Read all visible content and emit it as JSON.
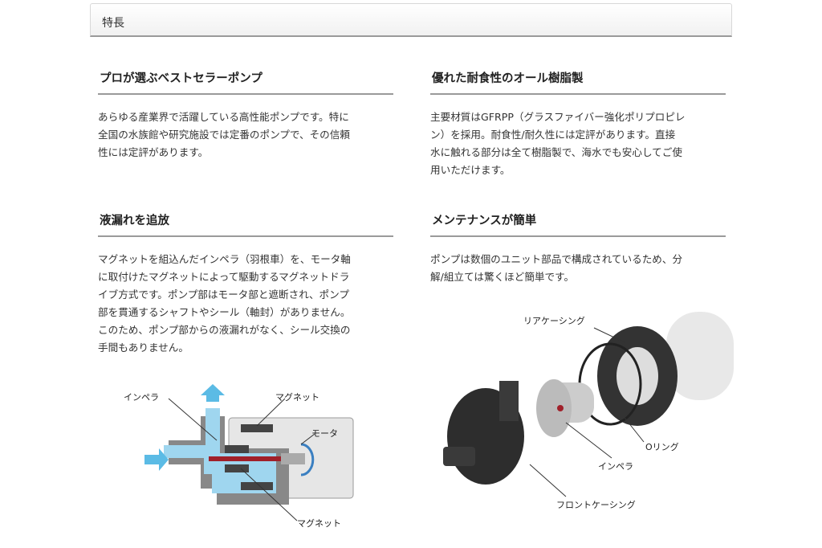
{
  "header": {
    "title": "特長"
  },
  "sections": [
    {
      "title": "プロが選ぶベストセラーポンプ",
      "lines": [
        "あらゆる産業界で活躍している高性能ポンプです。特に",
        "全国の水族館や研究施設では定番のポンプで、その信頼",
        "性には定評があります。"
      ]
    },
    {
      "title": "優れた耐食性のオール樹脂製",
      "lines": [
        "主要材質はGFRPP（グラスファイバー強化ポリプロピレ",
        "ン）を採用。耐食性/耐久性には定評があります。直接",
        "水に触れる部分は全て樹脂製で、海水でも安心してご使",
        "用いただけます。"
      ]
    },
    {
      "title": "液漏れを追放",
      "lines": [
        "マグネットを組込んだインペラ（羽根車）を、モータ軸",
        "に取付けたマグネットによって駆動するマグネットドラ",
        "イブ方式です。ポンプ部はモータ部と遮断され、ポンプ",
        "部を貫通するシャフトやシール（軸封）がありません。",
        "このため、ポンプ部からの液漏れがなく、シール交換の",
        "手間もありません。"
      ]
    },
    {
      "title": "メンテナンスが簡単",
      "lines": [
        "ポンプは数個のユニット部品で構成されているため、分",
        "解/組立ては驚くほど簡単です。"
      ]
    }
  ],
  "diagram_left": {
    "labels": {
      "impeller": "インペラ",
      "magnet_top": "マグネット",
      "motor": "モータ",
      "magnet_bottom": "マグネット"
    }
  },
  "diagram_right": {
    "labels": {
      "rear_casing": "リアケーシング",
      "o_ring": "Oリング",
      "impeller": "インペラ",
      "front_casing": "フロントケーシング"
    }
  }
}
